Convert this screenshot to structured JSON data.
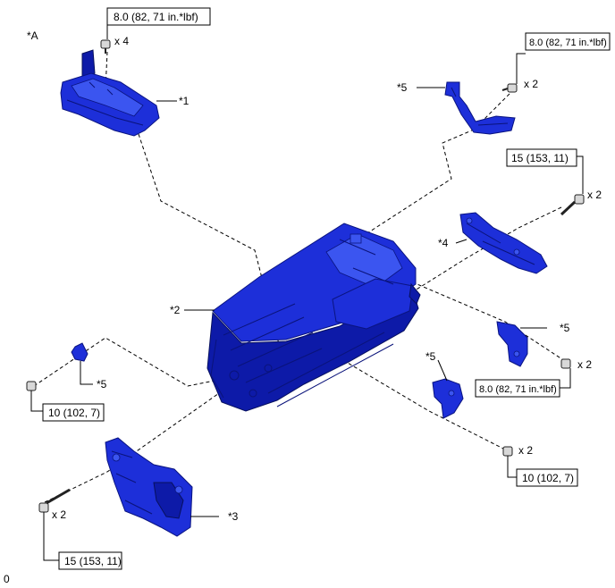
{
  "view_label": "*A",
  "footer_code": "0",
  "parts": {
    "p1": "*1",
    "p2": "*2",
    "p3": "*3",
    "p4": "*4",
    "p5": "*5"
  },
  "quantities": {
    "x4": "x 4",
    "x2": "x 2"
  },
  "torques": {
    "t_80": "8.0 (82, 71 in.*lbf)",
    "t_15": "15 (153, 11)",
    "t_10": "10 (102, 7)"
  },
  "colors": {
    "part_blue": "#1d2fd9"
  }
}
